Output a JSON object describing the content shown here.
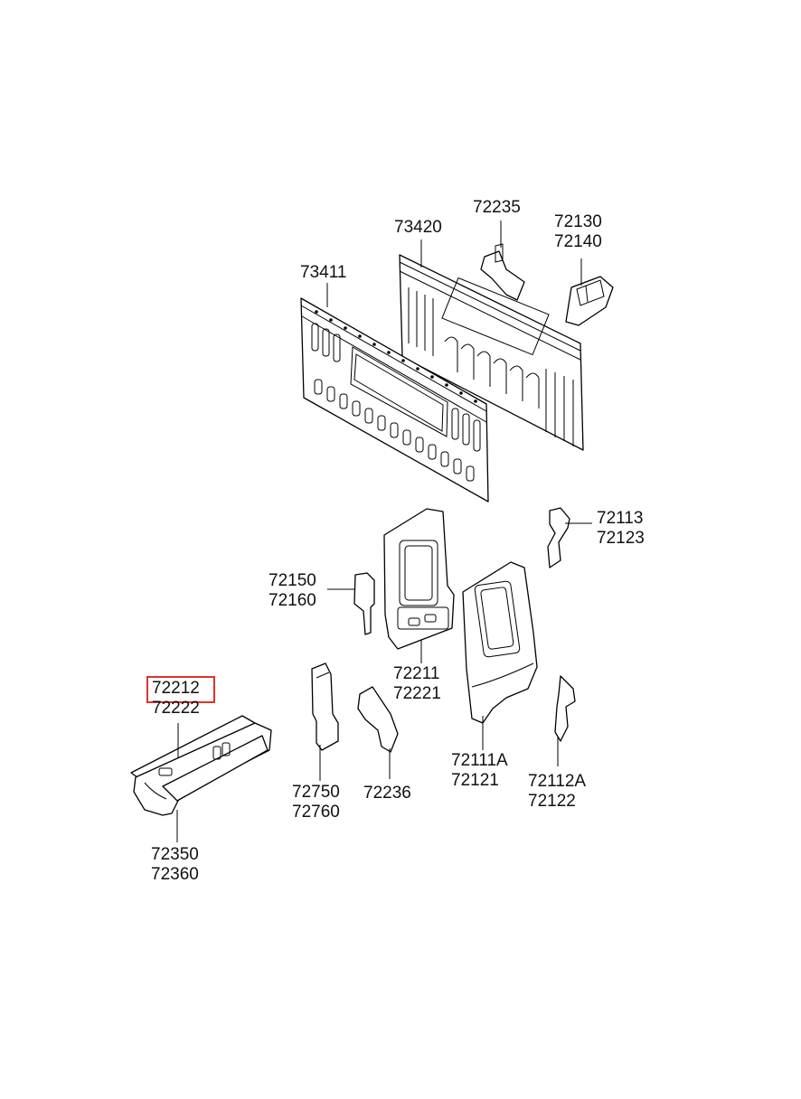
{
  "highlight_color": "#e0312b",
  "callouts": {
    "c73420": {
      "line1": "73420"
    },
    "c72235": {
      "line1": "72235"
    },
    "c72130": {
      "line1": "72130",
      "line2": "72140"
    },
    "c73411": {
      "line1": "73411"
    },
    "c72113": {
      "line1": "72113",
      "line2": "72123"
    },
    "c72150": {
      "line1": "72150",
      "line2": "72160"
    },
    "c72211": {
      "line1": "72211",
      "line2": "72221"
    },
    "c72212": {
      "line1": "72212",
      "line2": "72222",
      "highlighted": true
    },
    "c72111": {
      "line1": "72111A",
      "line2": "72121"
    },
    "c72112": {
      "line1": "72112A",
      "line2": "72122"
    },
    "c72750": {
      "line1": "72750",
      "line2": "72760"
    },
    "c72236": {
      "line1": "72236"
    },
    "c72350": {
      "line1": "72350",
      "line2": "72360"
    }
  }
}
